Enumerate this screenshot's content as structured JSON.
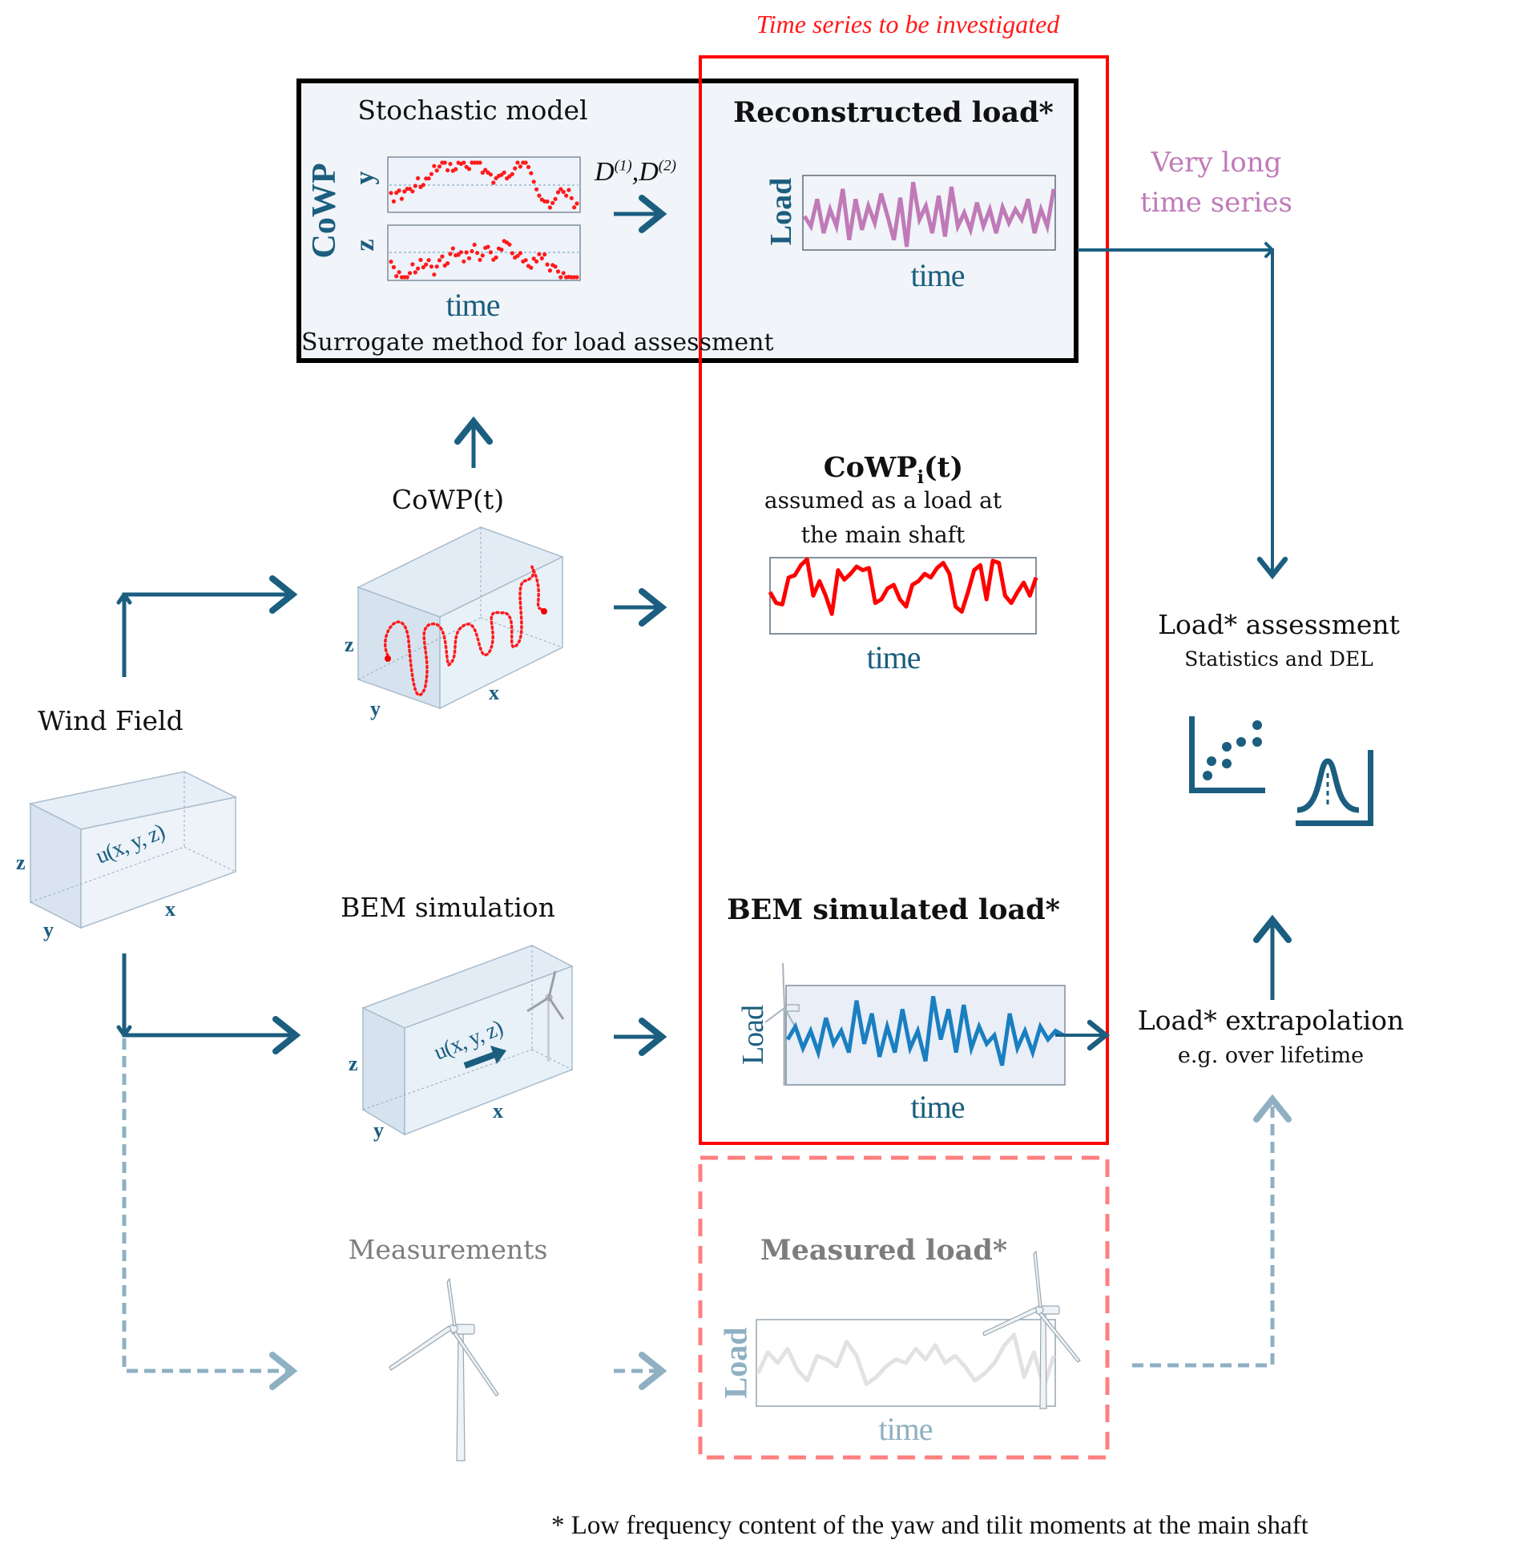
{
  "figure": {
    "investigated_label": "Time series to be investigated",
    "footnote": "* Low frequency content of the yaw  and tilit moments at the main shaft"
  },
  "surrogate": {
    "caption": "Surrogate method for load assessment",
    "stochastic_title": "Stochastic model",
    "cowp_axis": "CoWP",
    "y_axis": "y",
    "z_axis": "z",
    "time_label": "time",
    "drift_diffusion": "D(1),D(2)",
    "drift_sup1": "(1)",
    "drift_sup2": "(2)",
    "drift_base": "D",
    "reconstructed_title": "Reconstructed load*",
    "load_axis": "Load",
    "reconstructed_time": "time"
  },
  "very_long": {
    "line1": "Very long",
    "line2": "time series"
  },
  "cowp": {
    "title": "CoWP(t)",
    "box_axes": {
      "z": "z",
      "y": "y",
      "x": "x"
    },
    "load_title_base": "CoWP",
    "load_title_sub": "i",
    "load_title_tail": "(t)",
    "desc_line1": "assumed as a load at",
    "desc_line2": "the main shaft",
    "time_label": "time"
  },
  "wind_field": {
    "title": "Wind Field",
    "field_label": "u(x, y, z)",
    "axes": {
      "z": "z",
      "y": "y",
      "x": "x"
    }
  },
  "bem": {
    "title": "BEM simulation",
    "field_label": "u(x, y, z)",
    "axes": {
      "z": "z",
      "y": "y",
      "x": "x"
    },
    "load_title": "BEM simulated load*",
    "load_axis": "Load",
    "time_label": "time"
  },
  "measurements": {
    "title": "Measurements",
    "load_title": "Measured load*",
    "load_axis": "Load",
    "time_label": "time"
  },
  "assessment": {
    "title": "Load* assessment",
    "subtitle": "Statistics and DEL"
  },
  "extrapolation": {
    "title": "Load* extrapolation",
    "subtitle": "e.g. over lifetime"
  },
  "colors": {
    "flow_arrow": "#1b5e7f",
    "flow_arrow_dashed": "#8eb0c2",
    "investigated_box": "#ff0000",
    "measured_box": "#ff7f7f",
    "reconstructed_series": "#c07ab8",
    "cowp_series": "#ff0000",
    "bem_series": "#1a7fc1",
    "measured_series": "#e2e2e2",
    "stochastic_dots": "#ff1a1a",
    "surrogate_border": "#000000",
    "surrogate_fill": "#f1f4f8"
  },
  "series": {
    "reconstructed": [
      0.45,
      0.3,
      0.7,
      0.2,
      0.55,
      0.3,
      0.85,
      0.1,
      0.7,
      0.25,
      0.6,
      0.35,
      0.78,
      0.45,
      0.1,
      0.72,
      0.0,
      0.95,
      0.4,
      0.6,
      0.2,
      0.75,
      0.15,
      0.88,
      0.3,
      0.5,
      0.25,
      0.65,
      0.3,
      0.55,
      0.2,
      0.58,
      0.35,
      0.55,
      0.4,
      0.7,
      0.2,
      0.55,
      0.3,
      0.85
    ],
    "cowp_load": [
      0.55,
      0.4,
      0.38,
      0.75,
      0.78,
      0.92,
      1.0,
      0.5,
      0.7,
      0.5,
      0.25,
      0.85,
      0.72,
      0.8,
      0.9,
      0.85,
      0.88,
      0.4,
      0.45,
      0.6,
      0.65,
      0.45,
      0.35,
      0.65,
      0.7,
      0.8,
      0.75,
      0.88,
      0.95,
      0.8,
      0.35,
      0.28,
      0.55,
      0.85,
      0.92,
      0.45,
      0.98,
      0.95,
      0.5,
      0.4,
      0.55,
      0.68,
      0.5,
      0.75
    ],
    "bem": [
      0.45,
      0.6,
      0.35,
      0.55,
      0.3,
      0.7,
      0.4,
      0.55,
      0.3,
      0.9,
      0.4,
      0.75,
      0.25,
      0.6,
      0.3,
      0.8,
      0.35,
      0.55,
      0.2,
      0.95,
      0.45,
      0.8,
      0.3,
      0.85,
      0.35,
      0.6,
      0.4,
      0.5,
      0.15,
      0.75,
      0.35,
      0.55,
      0.3,
      0.6,
      0.45,
      0.55,
      0.5
    ],
    "measured": [
      0.35,
      0.65,
      0.5,
      0.7,
      0.4,
      0.25,
      0.6,
      0.55,
      0.45,
      0.8,
      0.6,
      0.2,
      0.3,
      0.45,
      0.55,
      0.5,
      0.7,
      0.55,
      0.75,
      0.5,
      0.6,
      0.45,
      0.25,
      0.35,
      0.5,
      0.75,
      0.9,
      0.3,
      0.65,
      0.15,
      0.6
    ]
  }
}
